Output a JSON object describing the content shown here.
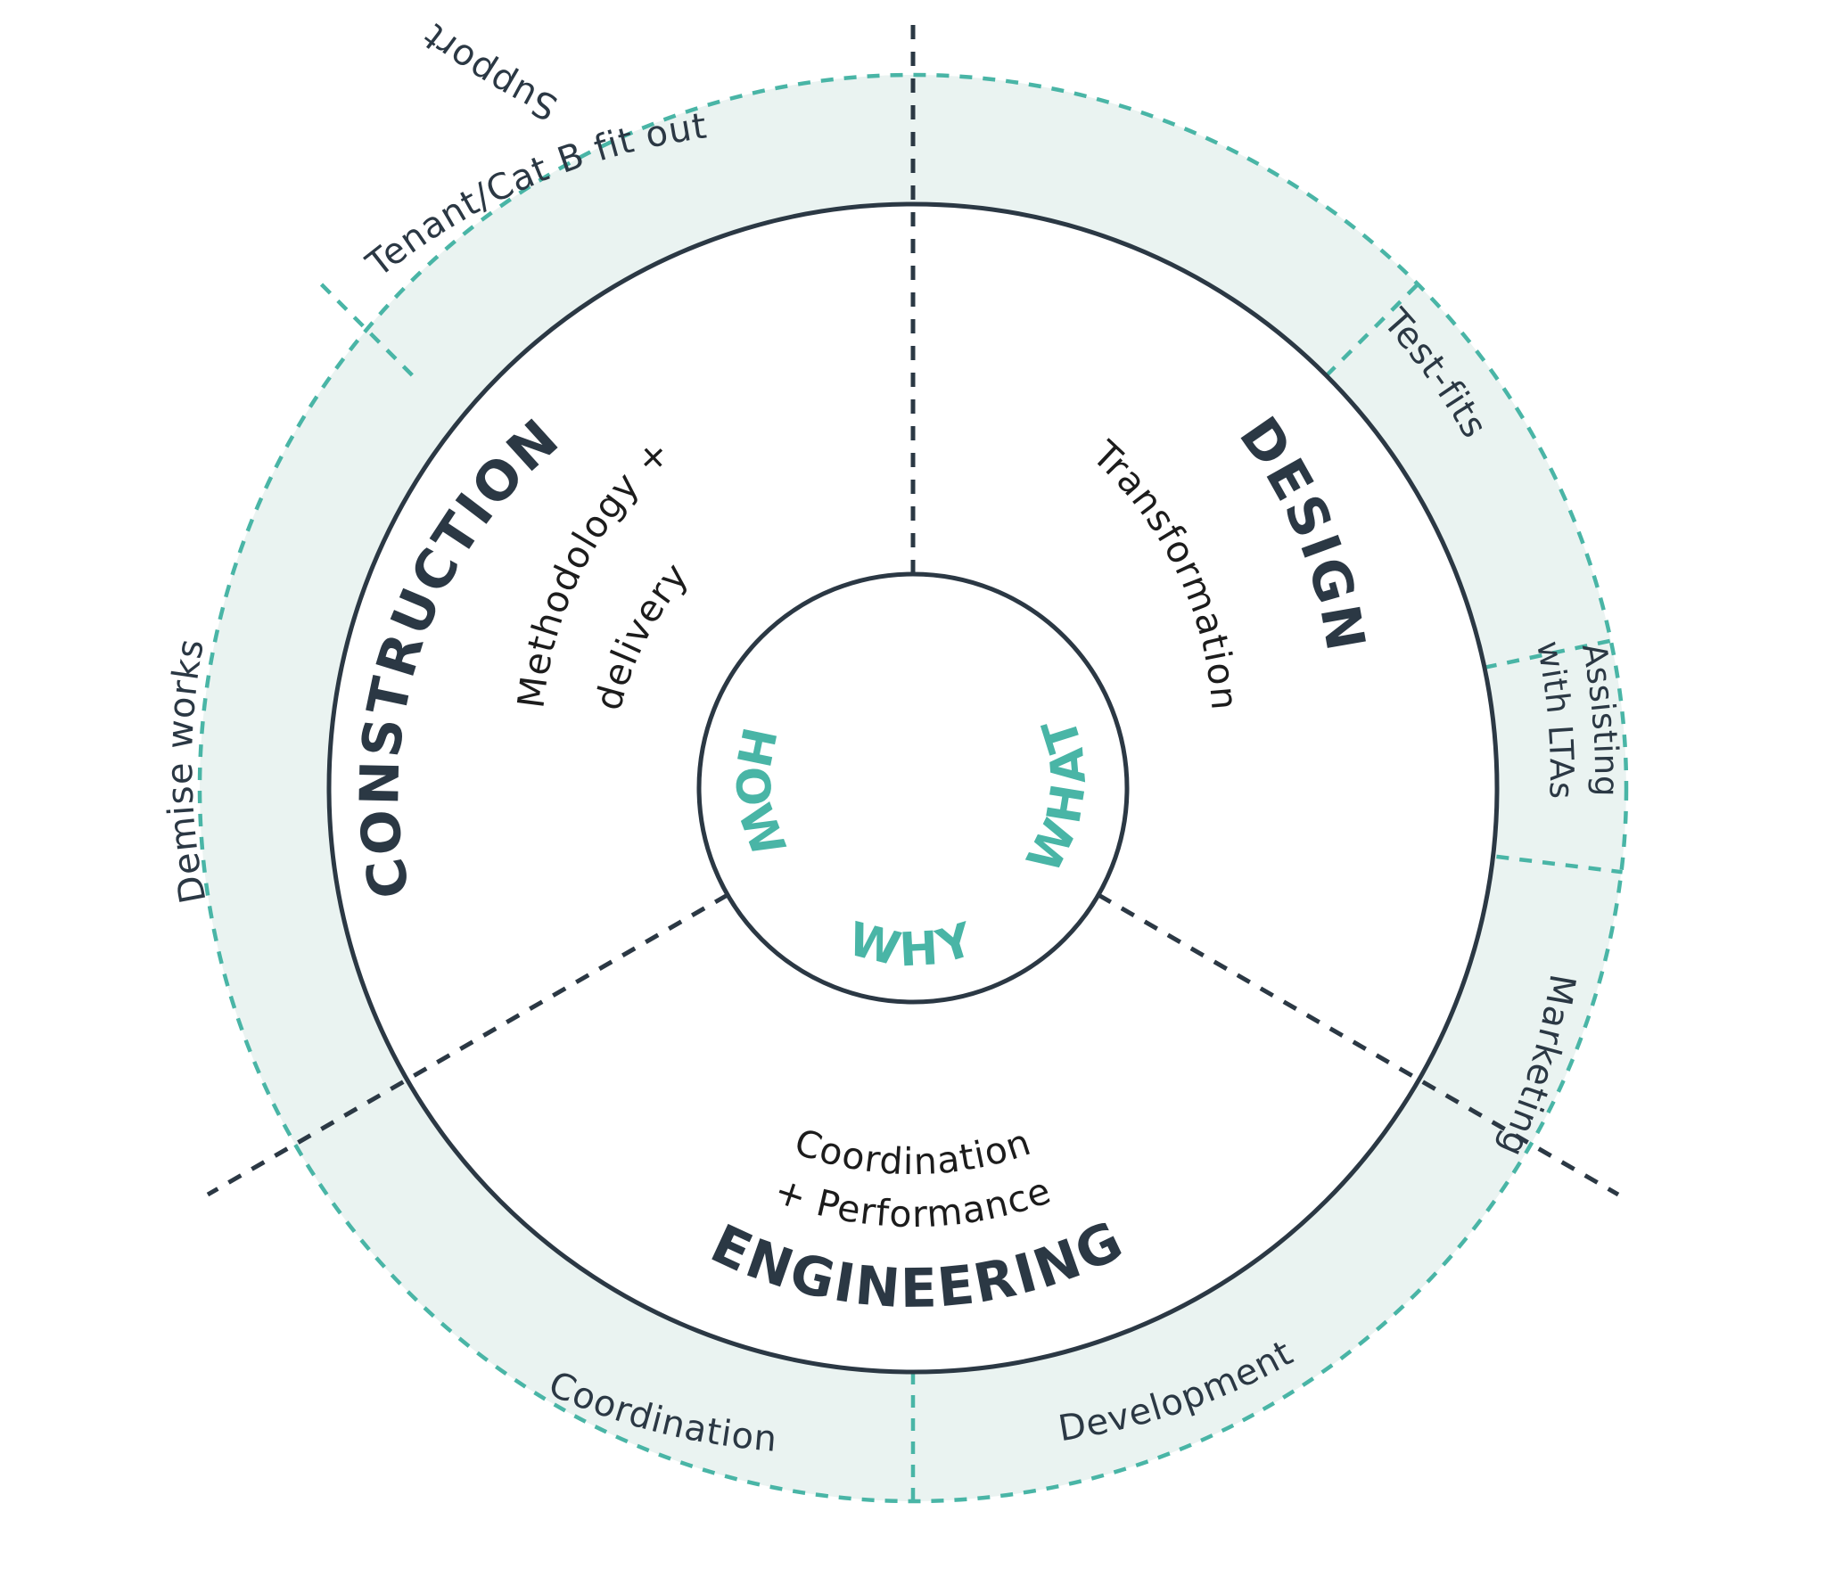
{
  "diagram": {
    "title_visible": false,
    "type": "concentric-circle-segmented-wheel",
    "colors": {
      "teal": "#49b5a6",
      "ring_fill": "#eaf3f1",
      "dark_navy": "#2b3844",
      "background": "#ffffff"
    },
    "core": {
      "labels": [
        {
          "text": "WHAT",
          "position": "right"
        },
        {
          "text": "HOW",
          "position": "left"
        },
        {
          "text": "WHY",
          "position": "bottom"
        }
      ]
    },
    "middle_ring": {
      "sectors": [
        {
          "heading": "DESIGN",
          "subtitle": "Transformation",
          "position": "top-right"
        },
        {
          "heading": "CONSTRUCTION",
          "subtitle_line1": "Methodology +",
          "subtitle_line2": "delivery",
          "position": "top-left"
        },
        {
          "heading": "ENGINEERING",
          "subtitle_line1": "Coordination",
          "subtitle_line2": "+ Performance",
          "position": "bottom"
        }
      ]
    },
    "outer_ring": {
      "segments": [
        {
          "label": "Support"
        },
        {
          "label": "Test-fits"
        },
        {
          "label_line1": "Assisting",
          "label_line2": "with LTAs"
        },
        {
          "label": "Marketing"
        },
        {
          "label": "Development"
        },
        {
          "label": "Coordination"
        },
        {
          "label": "Demise works"
        },
        {
          "label": "Tenant/Cat B fit out"
        }
      ]
    }
  }
}
